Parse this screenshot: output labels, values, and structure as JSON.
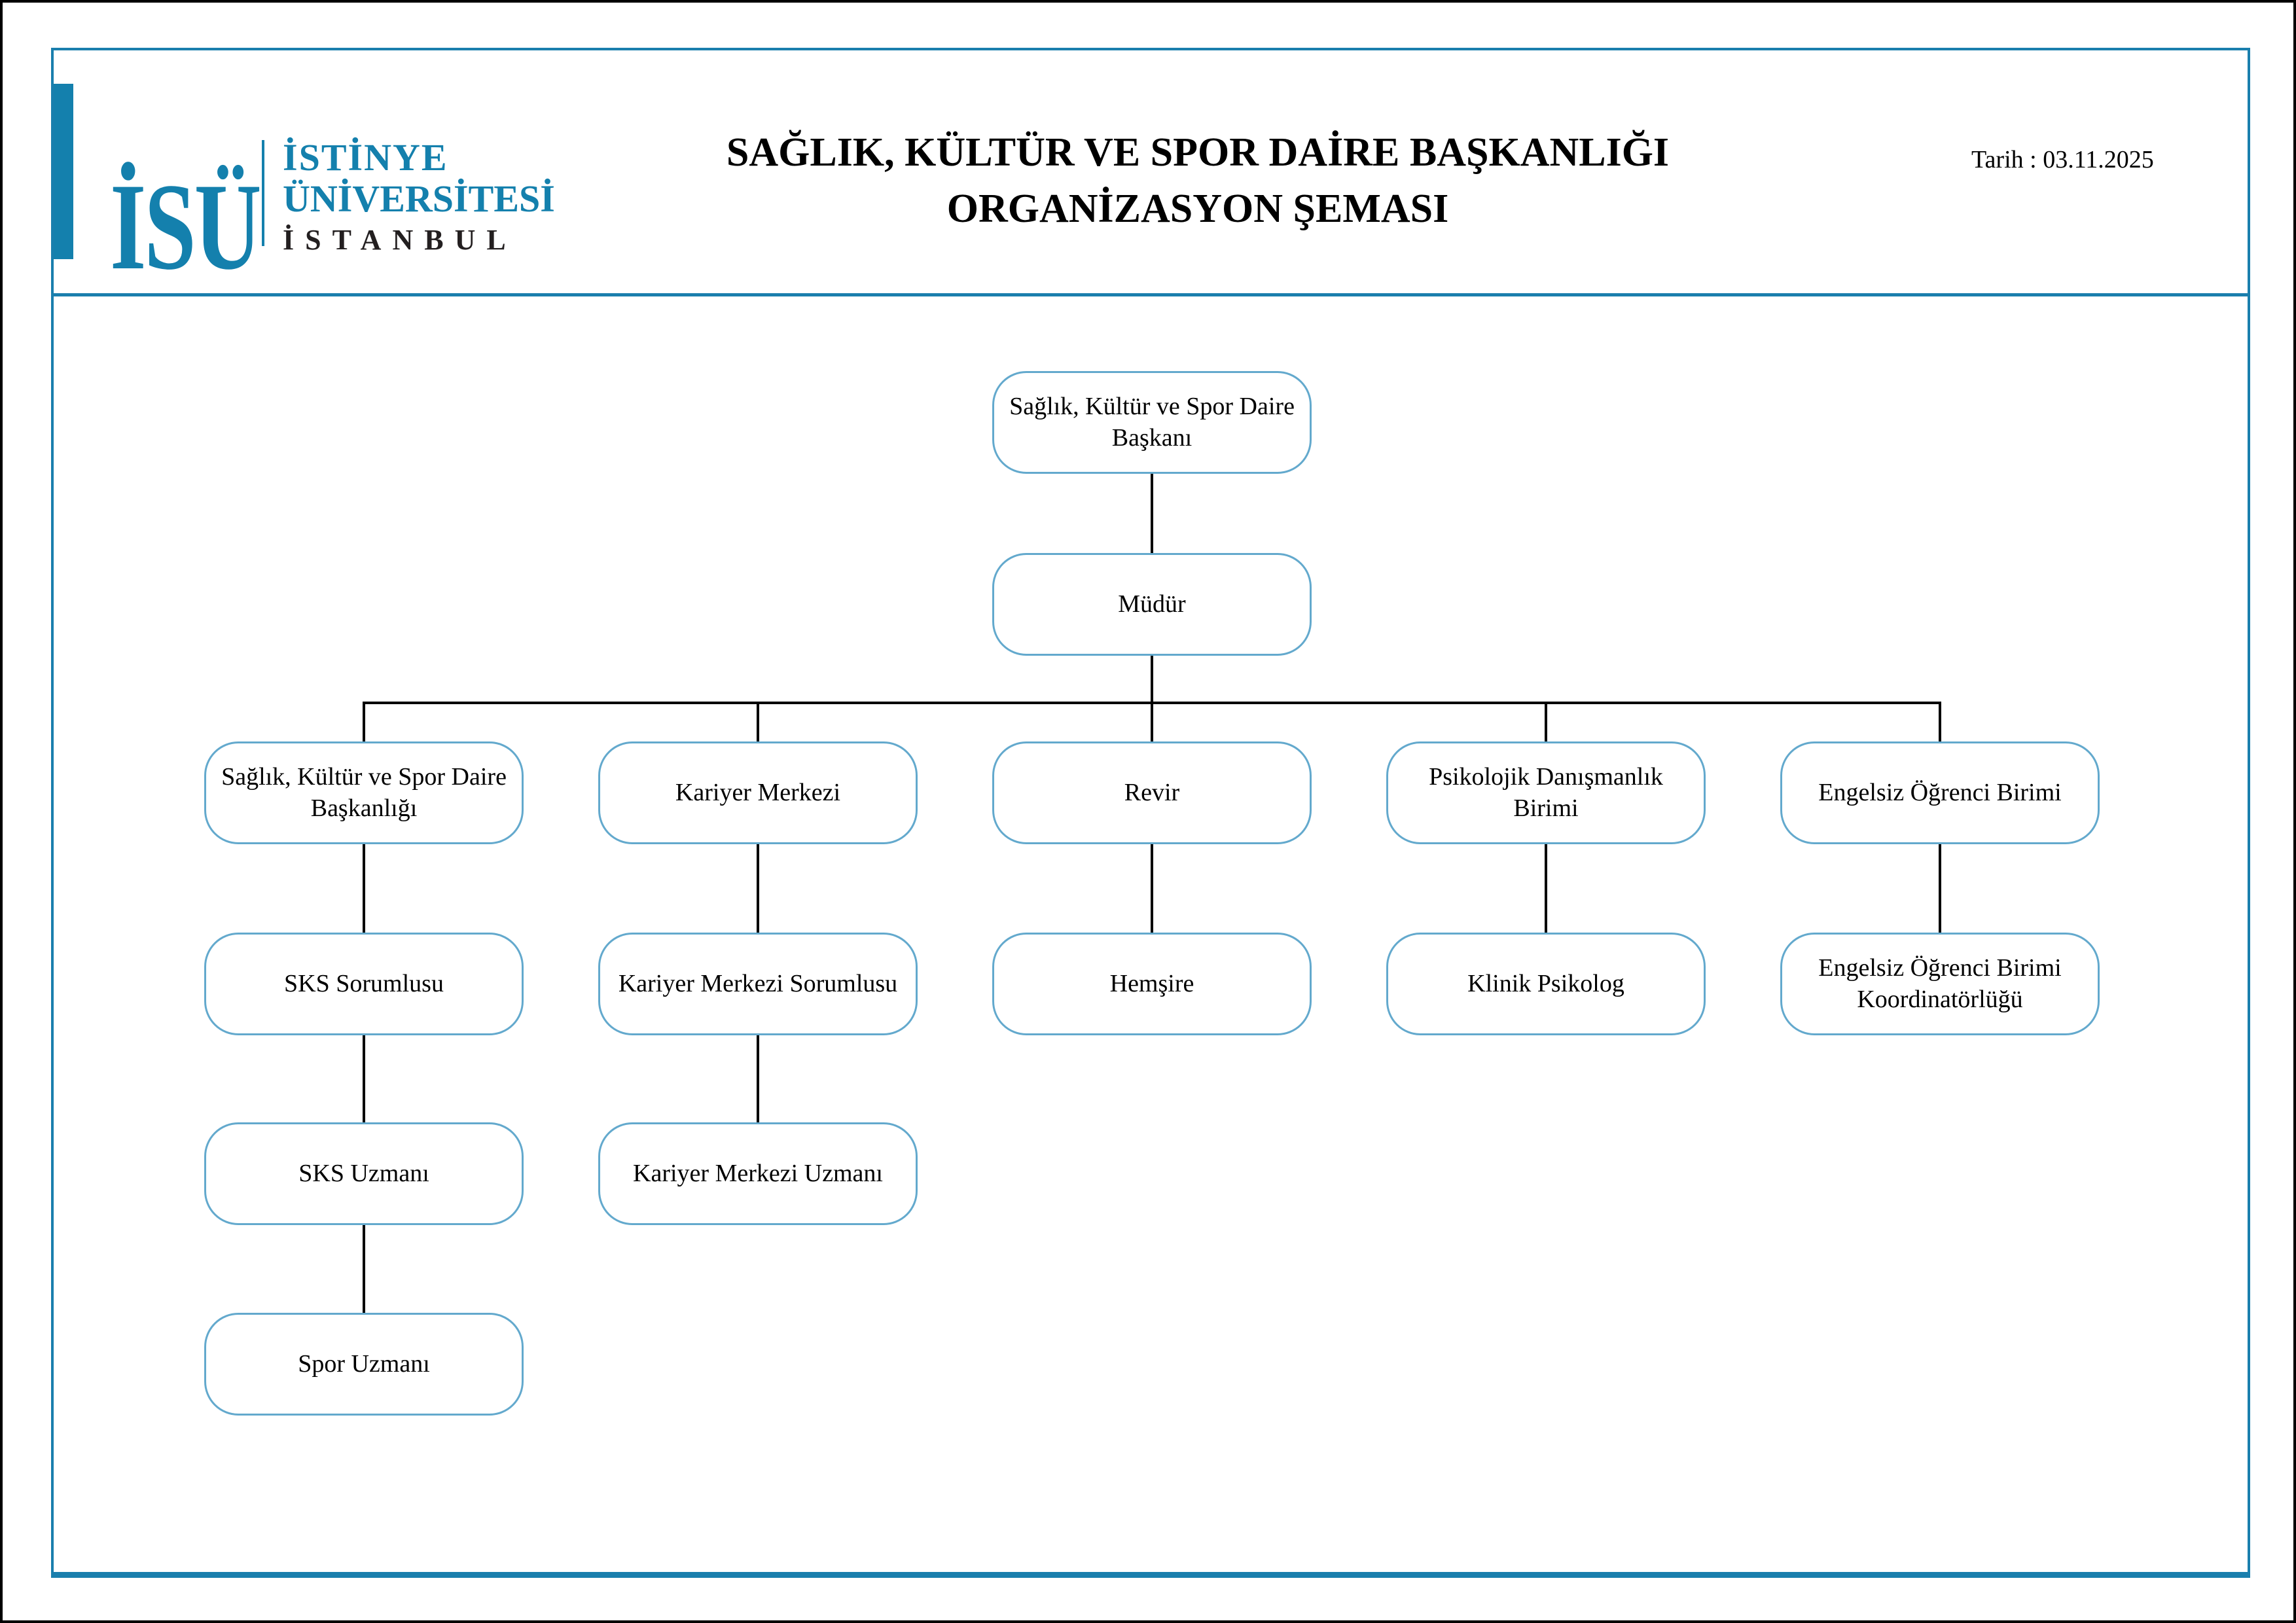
{
  "logo": {
    "abbr": "İSÜ",
    "name_line1": "İSTİNYE",
    "name_line2": "ÜNİVERSİTESİ",
    "city": "İSTANBUL"
  },
  "header": {
    "title_line1": "SAĞLIK, KÜLTÜR VE SPOR DAİRE BAŞKANLIĞI",
    "title_line2": "ORGANİZASYON ŞEMASI",
    "date": "Tarih : 03.11.2025"
  },
  "colors": {
    "accent_blue": "#1480ad",
    "box_border_blue": "#63a9cd",
    "connector_black": "#000000"
  },
  "org_chart": {
    "nodes": [
      {
        "id": "daire-baskani",
        "label": "Sağlık, Kültür ve Spor Daire Başkanı"
      },
      {
        "id": "mudur",
        "label": "Müdür"
      },
      {
        "id": "sks-daire-baskanligi",
        "label": "Sağlık, Kültür ve Spor Daire Başkanlığı"
      },
      {
        "id": "kariyer-merkezi",
        "label": "Kariyer Merkezi"
      },
      {
        "id": "revir",
        "label": "Revir"
      },
      {
        "id": "psikolojik-danismanlik",
        "label": "Psikolojik Danışmanlık Birimi"
      },
      {
        "id": "engelsiz-ogrenci-birimi",
        "label": "Engelsiz Öğrenci Birimi"
      },
      {
        "id": "sks-sorumlusu",
        "label": "SKS Sorumlusu"
      },
      {
        "id": "kariyer-sorumlusu",
        "label": "Kariyer Merkezi Sorumlusu"
      },
      {
        "id": "hemsire",
        "label": "Hemşire"
      },
      {
        "id": "klinik-psikolog",
        "label": "Klinik Psikolog"
      },
      {
        "id": "engelsiz-koordinatorlugu",
        "label": "Engelsiz Öğrenci Birimi Koordinatörlüğü"
      },
      {
        "id": "sks-uzmani",
        "label": "SKS Uzmanı"
      },
      {
        "id": "kariyer-uzmani",
        "label": "Kariyer Merkezi Uzmanı"
      },
      {
        "id": "spor-uzmani",
        "label": "Spor Uzmanı"
      }
    ],
    "edges": [
      {
        "parent": "daire-baskani",
        "child": "mudur"
      },
      {
        "parent": "mudur",
        "child": "sks-daire-baskanligi"
      },
      {
        "parent": "mudur",
        "child": "kariyer-merkezi"
      },
      {
        "parent": "mudur",
        "child": "revir"
      },
      {
        "parent": "mudur",
        "child": "psikolojik-danismanlik"
      },
      {
        "parent": "mudur",
        "child": "engelsiz-ogrenci-birimi"
      },
      {
        "parent": "sks-daire-baskanligi",
        "child": "sks-sorumlusu"
      },
      {
        "parent": "sks-sorumlusu",
        "child": "sks-uzmani"
      },
      {
        "parent": "sks-uzmani",
        "child": "spor-uzmani"
      },
      {
        "parent": "kariyer-merkezi",
        "child": "kariyer-sorumlusu"
      },
      {
        "parent": "kariyer-sorumlusu",
        "child": "kariyer-uzmani"
      },
      {
        "parent": "revir",
        "child": "hemsire"
      },
      {
        "parent": "psikolojik-danismanlik",
        "child": "klinik-psikolog"
      },
      {
        "parent": "engelsiz-ogrenci-birimi",
        "child": "engelsiz-koordinatorlugu"
      }
    ]
  }
}
